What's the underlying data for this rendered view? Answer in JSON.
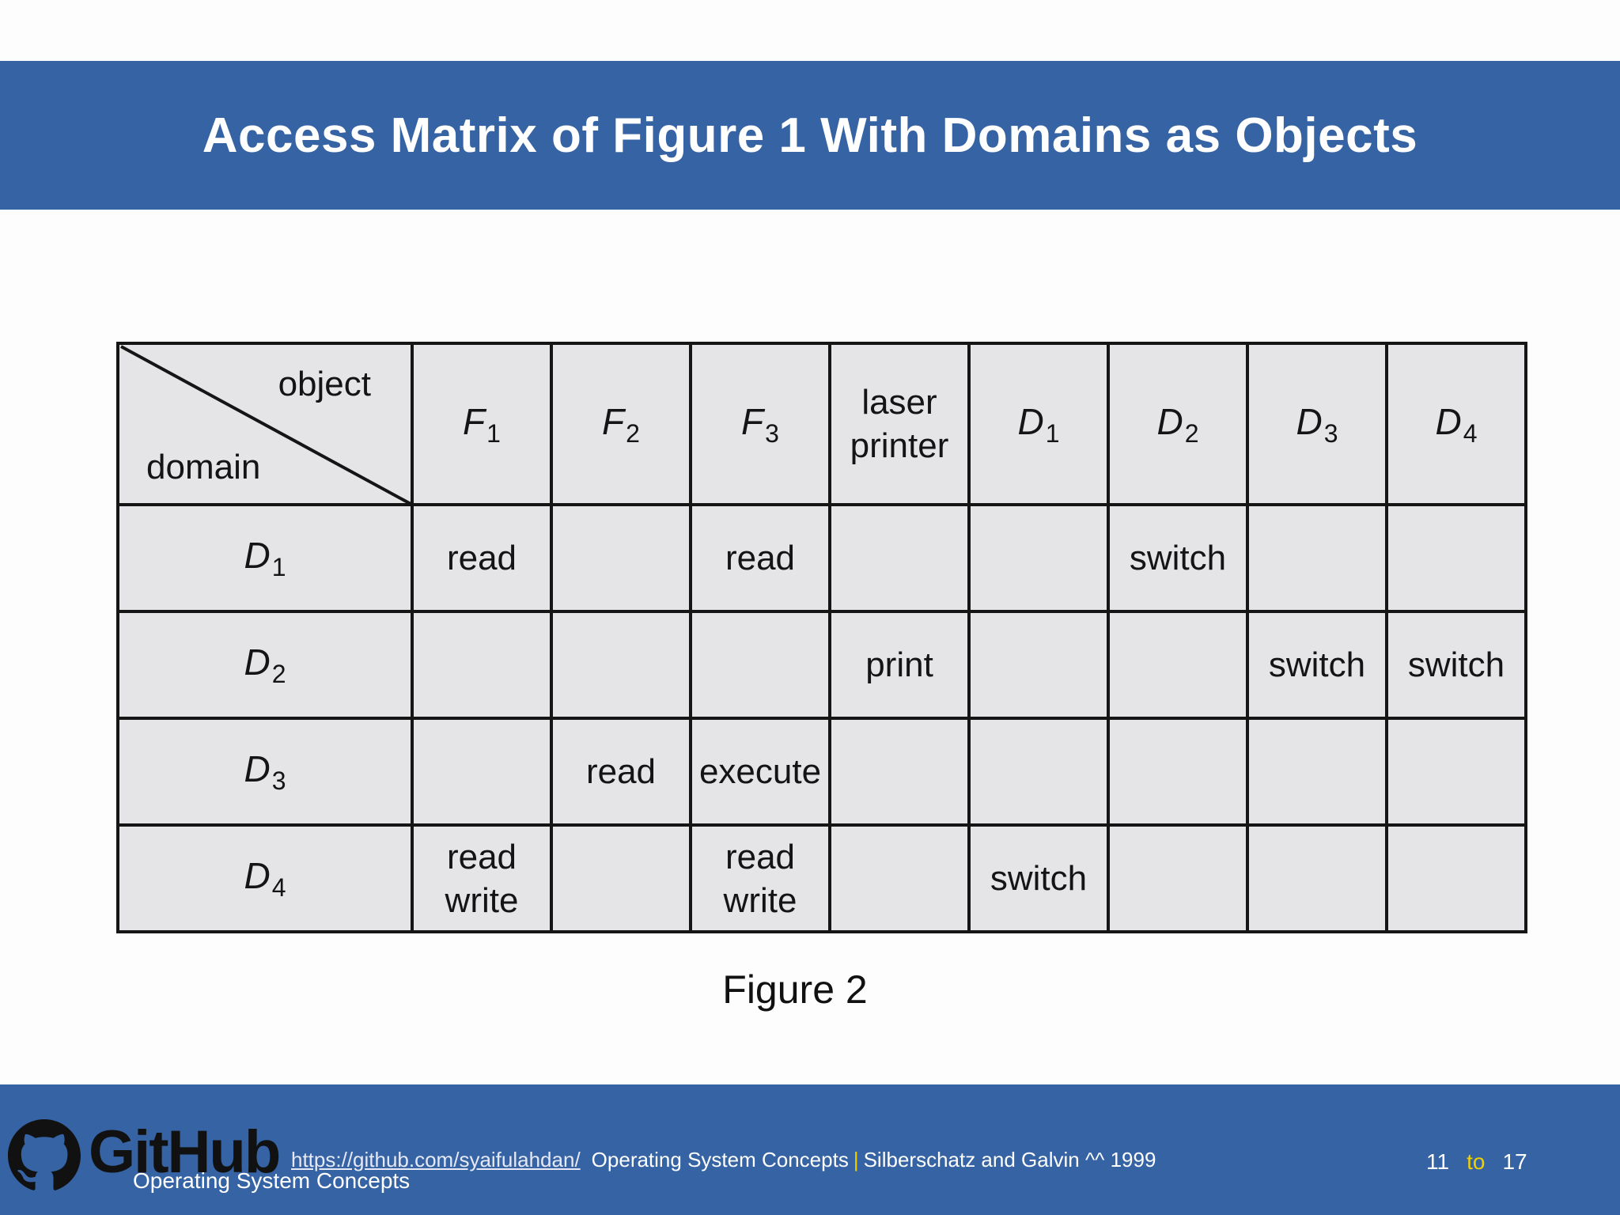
{
  "header": {
    "title": "Access Matrix of Figure 1 With Domains as Objects"
  },
  "matrix": {
    "corner": {
      "object_label": "object",
      "domain_label": "domain"
    },
    "columns": [
      {
        "letter": "F",
        "sub": "1"
      },
      {
        "letter": "F",
        "sub": "2"
      },
      {
        "letter": "F",
        "sub": "3"
      },
      {
        "line1": "laser",
        "line2": "printer"
      },
      {
        "letter": "D",
        "sub": "1"
      },
      {
        "letter": "D",
        "sub": "2"
      },
      {
        "letter": "D",
        "sub": "3"
      },
      {
        "letter": "D",
        "sub": "4"
      }
    ],
    "rows": [
      {
        "letter": "D",
        "sub": "1",
        "cells": [
          "read",
          "",
          "read",
          "",
          "",
          "switch",
          "",
          ""
        ]
      },
      {
        "letter": "D",
        "sub": "2",
        "cells": [
          "",
          "",
          "",
          "print",
          "",
          "",
          "switch",
          "switch"
        ]
      },
      {
        "letter": "D",
        "sub": "3",
        "cells": [
          "",
          "read",
          "execute",
          "",
          "",
          "",
          "",
          ""
        ]
      },
      {
        "letter": "D",
        "sub": "4",
        "cells": [
          [
            "read",
            "write"
          ],
          "",
          [
            "read",
            "write"
          ],
          "",
          "switch",
          "",
          "",
          ""
        ]
      }
    ]
  },
  "caption": "Figure 2",
  "footer": {
    "logo_text": "GitHub",
    "logo_sub": "Operating System Concepts",
    "link": "https://github.com/syaifulahdan/",
    "course": "Operating System Concepts",
    "separator": "|",
    "authors": "Silberschatz and Galvin ^^ 1999",
    "page_current": "11",
    "page_to": "to",
    "page_total": "17"
  }
}
